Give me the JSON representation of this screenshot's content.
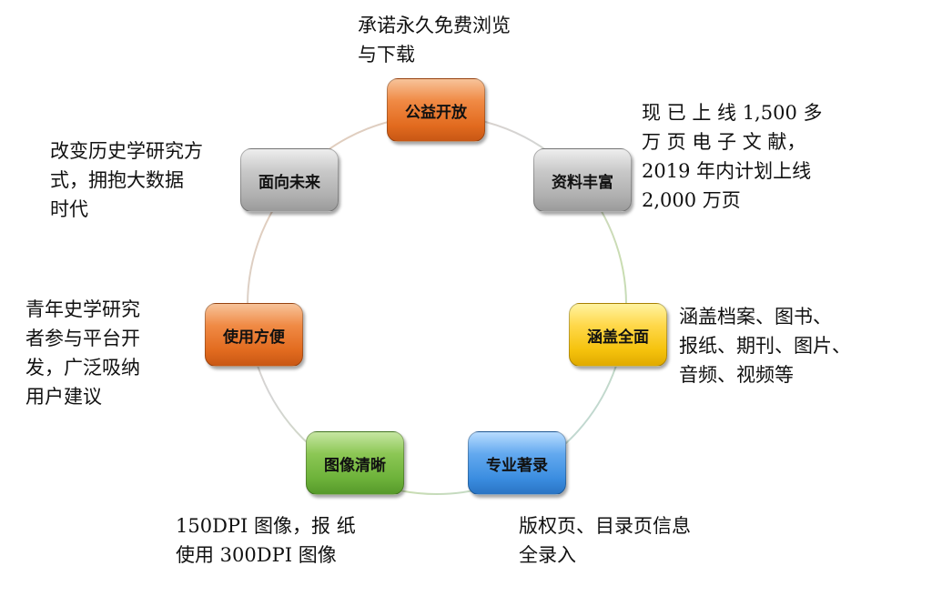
{
  "nodes": [
    {
      "id": "public",
      "label": "公益开放",
      "color": "orange",
      "desc": [
        "承诺永久免费浏览",
        "与下载"
      ]
    },
    {
      "id": "rich",
      "label": "资料丰富",
      "color": "gray",
      "desc": [
        "现 已 上 线 1,500 多",
        "万 页 电 子 文 献，",
        "2019 年内计划上线",
        "2,000 万页"
      ]
    },
    {
      "id": "comprehensive",
      "label": "涵盖全面",
      "color": "yellow",
      "desc": [
        "涵盖档案、图书、",
        "报纸、期刊、图片、",
        "音频、视频等"
      ]
    },
    {
      "id": "catalog",
      "label": "专业著录",
      "color": "blue",
      "desc": [
        "版权页、目录页信息",
        "全录入"
      ]
    },
    {
      "id": "clear",
      "label": "图像清晰",
      "color": "green",
      "desc": [
        "150DPI 图像，报 纸",
        "使用 300DPI 图像"
      ]
    },
    {
      "id": "convenient",
      "label": "使用方便",
      "color": "orange",
      "desc": [
        "青年史学研究",
        "者参与平台开",
        "发，广泛吸纳",
        "用户建议"
      ]
    },
    {
      "id": "future",
      "label": "面向未来",
      "color": "gray",
      "desc": [
        "改变历史学研究方",
        "式，拥抱大数据",
        "时代"
      ]
    }
  ]
}
